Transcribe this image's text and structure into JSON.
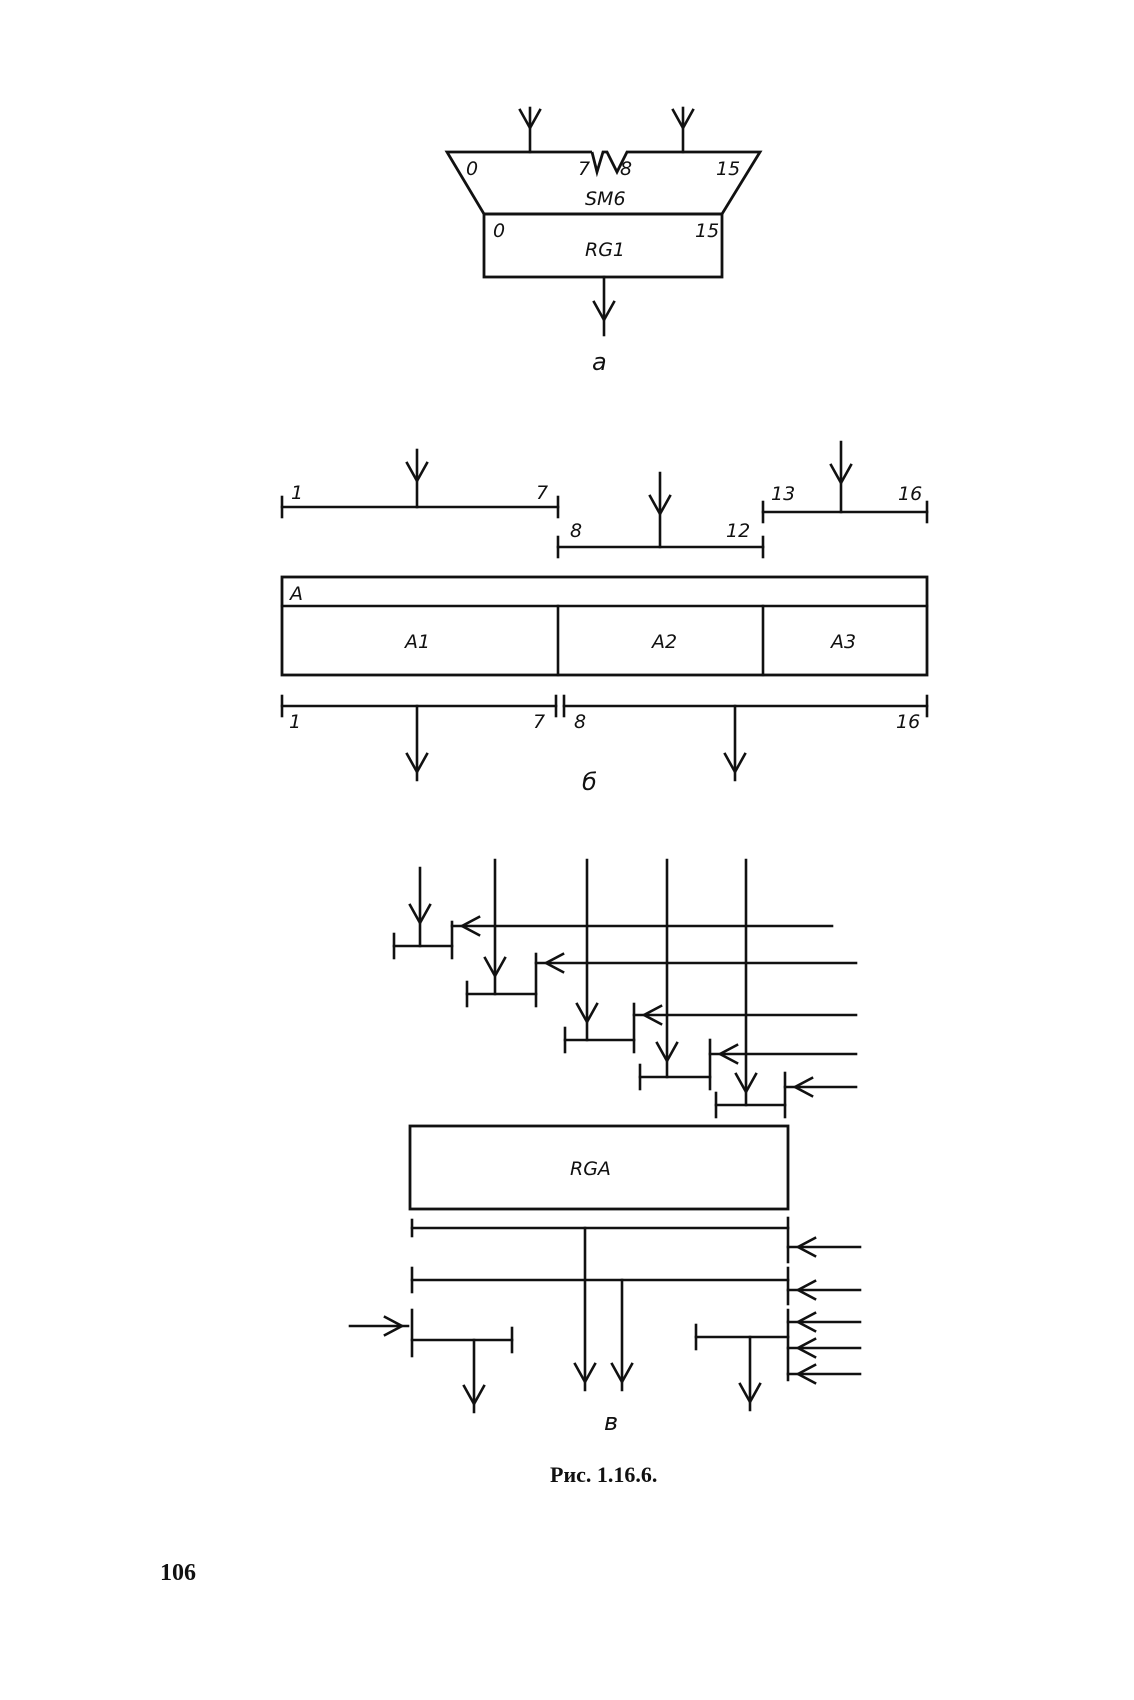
{
  "diagram_a": {
    "adder": {
      "name": "SM6",
      "bit_left_start": "0",
      "bit_left_end": "7",
      "bit_right_start": "8",
      "bit_right_end": "15"
    },
    "register": {
      "name": "RG1",
      "bit_start": "0",
      "bit_end": "15"
    },
    "sublabel": "a"
  },
  "diagram_b": {
    "register_name": "A",
    "fields": [
      "A1",
      "A2",
      "A3"
    ],
    "input_buses": [
      {
        "from": "1",
        "to": "7"
      },
      {
        "from": "8",
        "to": "12"
      },
      {
        "from": "13",
        "to": "16"
      }
    ],
    "output_buses": [
      {
        "from": "1",
        "to": "7"
      },
      {
        "from": "8",
        "to": "16"
      }
    ],
    "sublabel": "б"
  },
  "diagram_c": {
    "register_name": "RGA",
    "sublabel": "в"
  },
  "caption": "Рис. 1.16.6.",
  "page_number": "106"
}
